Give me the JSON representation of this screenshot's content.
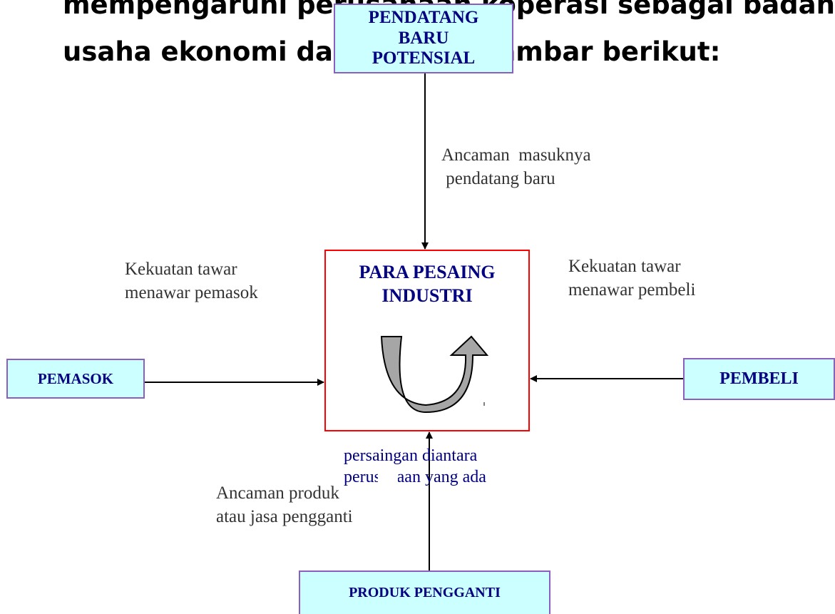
{
  "heading": {
    "line1": "mempengaruhi perusahaan koperasi sebagai badan",
    "line2": "usaha ekonomi dalam pada gambar berikut:"
  },
  "boxes": {
    "entrants": [
      "PENDATANG",
      "BARU",
      "POTENSIAL"
    ],
    "supplier": "PEMASOK",
    "buyer": "PEMBELI",
    "substitute": "PRODUK PENGGANTI",
    "rivalry": [
      "PARA PESAING",
      "INDUSTRI"
    ]
  },
  "labels": {
    "entrant_threat": "Ancaman  masuknya\n pendatang baru",
    "supplier_power": "Kekuatan tawar\nmenawar pemasok",
    "buyer_power": "Kekuatan tawar\nmenawar pembeli",
    "substitute_threat": "Ancaman produk\natau jasa pengganti",
    "rivalry": "persaingan diantara\nperusahaan yang ada"
  },
  "colors": {
    "box_fill": "#ccffff",
    "box_border": "#8a5fbf",
    "box_text": "#000080",
    "rivalry_border": "#ff0000",
    "u_arrow_fill": "#a6a6a6"
  },
  "icons": {
    "rivalry_icon": "u-turn-arrow-icon"
  }
}
